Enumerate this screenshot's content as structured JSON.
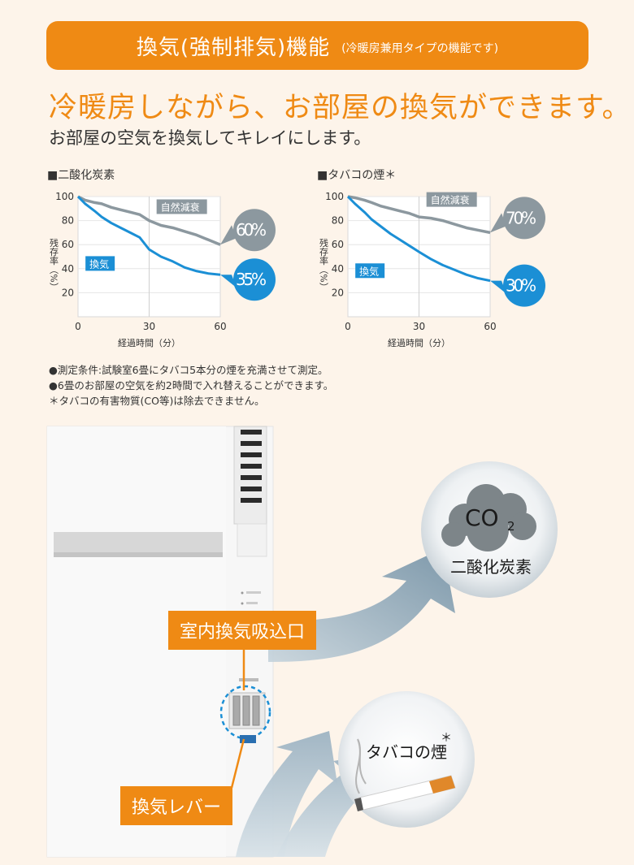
{
  "banner": {
    "title": "換気(強制排気)機能",
    "subtitle": "(冷暖房兼用タイプの機能です)"
  },
  "headline": "冷暖房しながら、お部屋の換気ができます。",
  "subheadline": "お部屋の空気を換気してキレイにします。",
  "charts": {
    "co2": {
      "title": "■二酸化炭素"
    },
    "smoke": {
      "title": "■タバコの煙＊"
    }
  },
  "chart_data": [
    {
      "type": "line",
      "title": "■二酸化炭素",
      "xlabel": "経過時間（分）",
      "ylabel": "残存率（%）",
      "x_ticks": [
        "0",
        "30",
        "60"
      ],
      "y_ticks": [
        "100",
        "80",
        "60",
        "40",
        "20"
      ],
      "xlim": [
        0,
        60
      ],
      "ylim": [
        0,
        100
      ],
      "series": [
        {
          "name": "自然減衰",
          "color": "#8c989f",
          "x": [
            0,
            3,
            7,
            10,
            14,
            18,
            22,
            26,
            30,
            35,
            40,
            45,
            50,
            55,
            60
          ],
          "y": [
            100,
            97,
            95,
            94,
            91,
            89,
            87,
            85,
            80,
            76,
            74,
            71,
            68,
            64,
            60
          ],
          "end_label": "60%"
        },
        {
          "name": "換気",
          "color": "#1b8fd5",
          "x": [
            0,
            3,
            7,
            10,
            14,
            18,
            22,
            26,
            30,
            35,
            40,
            45,
            50,
            55,
            60
          ],
          "y": [
            100,
            94,
            88,
            83,
            78,
            74,
            70,
            66,
            56,
            50,
            46,
            41,
            38,
            36,
            35
          ],
          "end_label": "35%"
        }
      ]
    },
    {
      "type": "line",
      "title": "■タバコの煙＊",
      "xlabel": "経過時間（分）",
      "ylabel": "残存率（%）",
      "x_ticks": [
        "0",
        "30",
        "60"
      ],
      "y_ticks": [
        "100",
        "80",
        "60",
        "40",
        "20"
      ],
      "xlim": [
        0,
        60
      ],
      "ylim": [
        0,
        100
      ],
      "series": [
        {
          "name": "自然減衰",
          "color": "#8c989f",
          "x": [
            0,
            3,
            7,
            10,
            14,
            18,
            22,
            26,
            30,
            35,
            40,
            45,
            50,
            55,
            60
          ],
          "y": [
            100,
            99,
            97,
            95,
            92,
            90,
            88,
            86,
            83,
            82,
            80,
            77,
            74,
            72,
            70
          ],
          "end_label": "70%"
        },
        {
          "name": "換気",
          "color": "#1b8fd5",
          "x": [
            0,
            3,
            7,
            10,
            14,
            18,
            22,
            26,
            30,
            35,
            40,
            45,
            50,
            55,
            60
          ],
          "y": [
            100,
            94,
            87,
            81,
            75,
            69,
            64,
            59,
            54,
            48,
            43,
            39,
            35,
            32,
            30
          ],
          "end_label": "30%"
        }
      ]
    }
  ],
  "notes": [
    "●測定条件:試験室6畳にタバコ5本分の煙を充満させて測定。",
    "●6畳のお部屋の空気を約2時間で入れ替えることができます。",
    "＊タバコの有害物質(CO等)は除去できません。"
  ],
  "illustration": {
    "co2_formula": "CO",
    "co2_subscript": "2",
    "co2_name": "二酸化炭素",
    "smoke_label": "タバコの煙",
    "smoke_asterisk": "＊",
    "intake_label": "室内換気吸込口",
    "lever_label": "換気レバー"
  },
  "colors": {
    "accent": "#ef8a14",
    "blue": "#1b8fd5",
    "gray": "#8c989f",
    "background": "#fdf4ea"
  }
}
